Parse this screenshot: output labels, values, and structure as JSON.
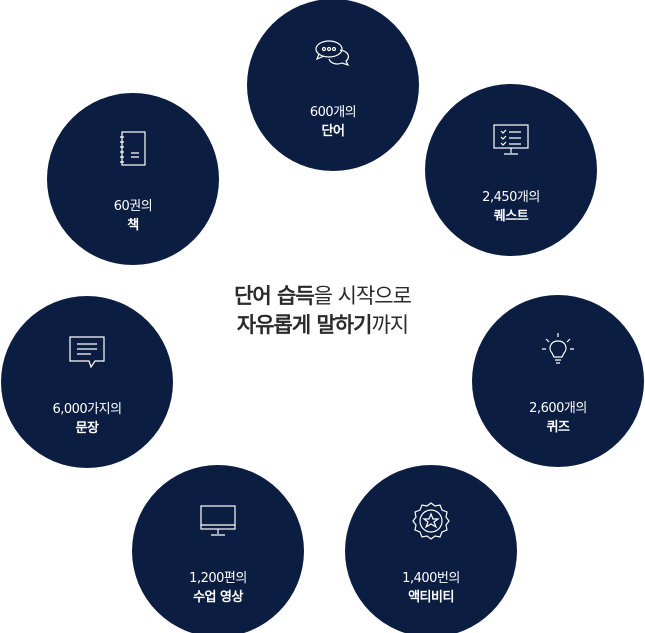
{
  "center": {
    "line1_bold": "단어 습득",
    "line1_rest": "을 시작으로",
    "line2_bold": "자유롭게 말하기",
    "line2_rest": "까지"
  },
  "colors": {
    "circle": "#0b1d40",
    "text": "#2b2b2b"
  },
  "items": [
    {
      "icon": "chat-bubbles-icon",
      "line1": "600개의",
      "line2": "단어"
    },
    {
      "icon": "monitor-checklist-icon",
      "line1": "2,450개의",
      "line2": "퀘스트"
    },
    {
      "icon": "lightbulb-icon",
      "line1": "2,600개의",
      "line2": "퀴즈"
    },
    {
      "icon": "star-badge-icon",
      "line1": "1,400번의",
      "line2": "액티비티"
    },
    {
      "icon": "monitor-icon",
      "line1": "1,200편의",
      "line2": "수업 영상"
    },
    {
      "icon": "message-icon",
      "line1": "6,000가지의",
      "line2": "문장"
    },
    {
      "icon": "notebook-icon",
      "line1": "60권의",
      "line2": "책"
    }
  ]
}
